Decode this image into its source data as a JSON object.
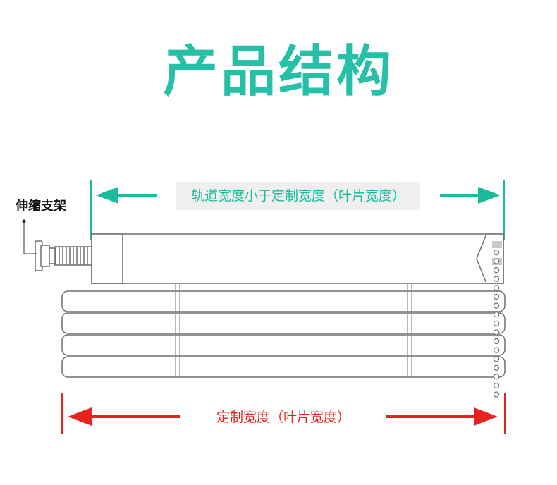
{
  "title": "产品结构",
  "colors": {
    "title": "#25c0a8",
    "teal": "#1abc9c",
    "red": "#e8231f",
    "outline": "#6e6e6e",
    "label_bg": "#efefef"
  },
  "labels": {
    "rail_width": "轨道宽度小于定制宽度（叶片宽度）",
    "custom_width": "定制宽度（叶片宽度）",
    "bracket": "伸缩支架"
  },
  "icons": {
    "teal_left_arrow": "arrow-left",
    "teal_right_arrow": "arrow-right",
    "red_left_arrow": "arrow-left",
    "red_right_arrow": "arrow-right"
  },
  "blind": {
    "slat_count": 4
  }
}
